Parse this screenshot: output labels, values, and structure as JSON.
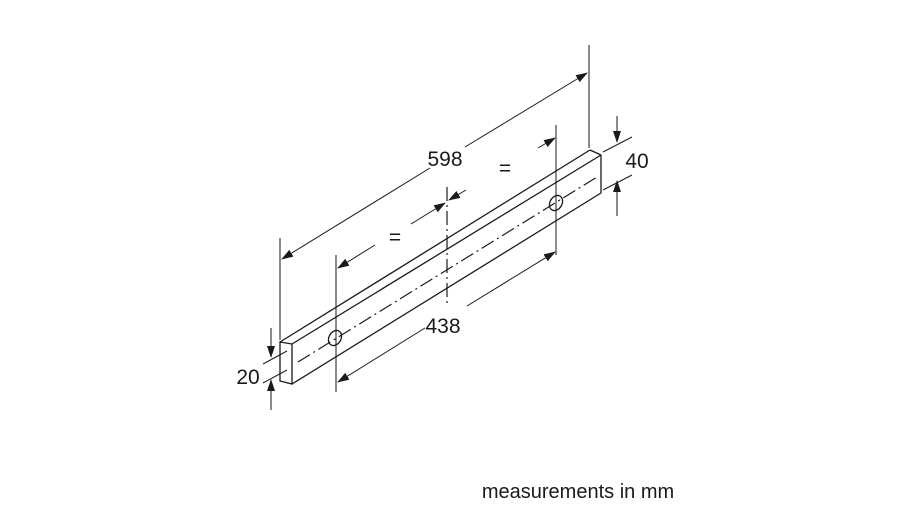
{
  "dimensions": {
    "total_length": "598",
    "hole_spacing": "438",
    "height_right": "40",
    "height_left": "20",
    "equal_left": "=",
    "equal_right": "="
  },
  "note": "measurements in mm"
}
